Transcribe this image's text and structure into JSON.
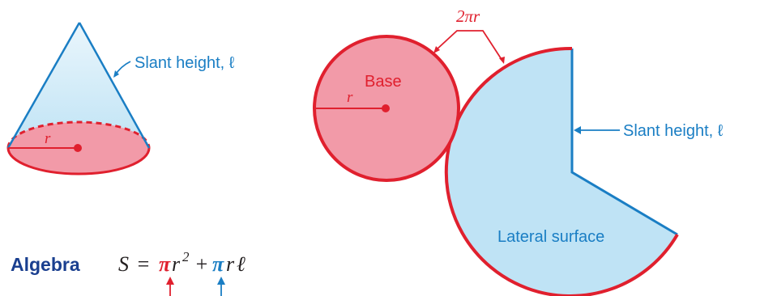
{
  "colors": {
    "red": "#e0202e",
    "red_fill": "#f29aa8",
    "blue": "#1a7ec4",
    "blue_fill": "#bfe3f5",
    "navy": "#1a3f8f",
    "text": "#231f20"
  },
  "cone": {
    "slant_label": "Slant height, ℓ",
    "radius_label": "r"
  },
  "net": {
    "circumference_label": "2πr",
    "base_label": "Base",
    "radius_label": "r",
    "slant_label": "Slant height, ℓ",
    "lateral_label": "Lateral surface"
  },
  "formula": {
    "heading": "Algebra",
    "lhs": "S",
    "equals": "=",
    "pi1": "π",
    "r1": "r",
    "exponent": "2",
    "plus": "+",
    "pi2": "π",
    "r2": "r",
    "ell": "ℓ"
  }
}
